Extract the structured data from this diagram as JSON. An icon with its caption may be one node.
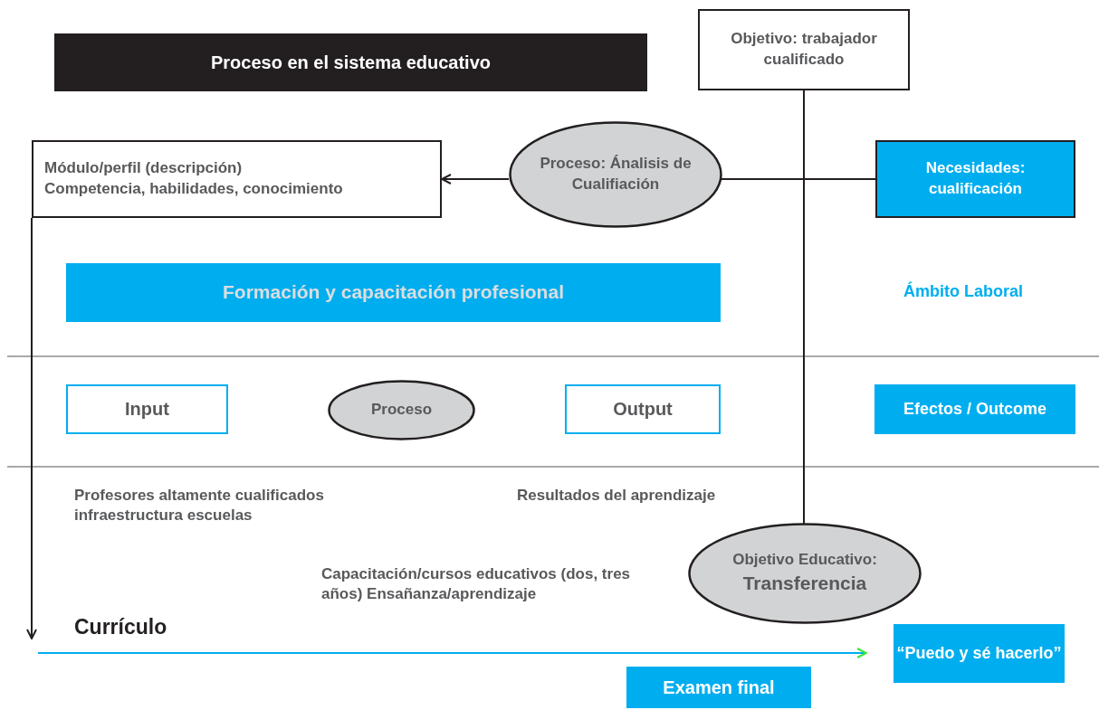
{
  "diagram": {
    "title": "Proceso en el sistema educativo",
    "nodes": [
      {
        "text": [
          "Objetivo: trabajador cualificado"
        ]
      },
      {
        "text": [
          "Módulo/perfil (descripción)",
          "Competencia, habilidades, conocimiento"
        ]
      },
      {
        "text": [
          "Proceso: Ánalisis de Cualifiación"
        ]
      },
      {
        "text": [
          "Necesidades: cualificación"
        ]
      },
      {
        "text": [
          "Formación y capacitación profesional"
        ]
      },
      {
        "text": [
          "Input"
        ]
      },
      {
        "text": [
          "Proceso"
        ]
      },
      {
        "text": [
          "Output"
        ]
      },
      {
        "text": [
          "Efectos / Outcome"
        ]
      },
      {
        "text": [
          "Objetivo Educativo:",
          "Transferencia"
        ]
      },
      {
        "text": [
          "“Puedo y sé hacerlo”"
        ]
      },
      {
        "text": [
          "Examen final"
        ]
      }
    ],
    "edges": [
      {
        "from": 2,
        "to": 1,
        "arrow": "to"
      },
      {
        "from": 3,
        "to": 2,
        "arrow": "none"
      },
      {
        "from": 0,
        "to": 9,
        "arrow": "none"
      },
      {
        "from": 1,
        "to": null,
        "arrow": "to"
      },
      {
        "from": null,
        "to": 10,
        "arrow": "to",
        "color": "#00aeef"
      }
    ],
    "labels": [
      "Ámbito Laboral",
      "Profesores altamente cualificados infraestructura escuelas",
      "Resultados del aprendizaje",
      "Capacitación/cursos educativos (dos, tres años) Ensañanza/aprendizaje",
      "Currículo"
    ]
  }
}
